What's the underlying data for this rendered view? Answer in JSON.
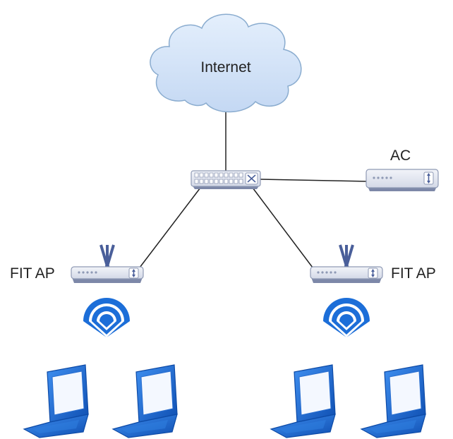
{
  "labels": {
    "internet": "Internet",
    "ac": "AC",
    "fit_ap_left": "FIT AP",
    "fit_ap_right": "FIT AP"
  },
  "colors": {
    "cloud_fill": "#cfe1f7",
    "cloud_stroke": "#8aaccf",
    "device_body": "#e3e7f1",
    "device_stroke": "#8f9ab5",
    "device_base": "#7d88a8",
    "antenna": "#4a5f9a",
    "wifi": "#1c6ed8",
    "laptop_frame": "#1a63c9",
    "laptop_screen": "#f4f8ff",
    "link": "#222222"
  },
  "icons": {
    "cloud": "cloud-icon",
    "switch": "switch-icon",
    "controller": "access-controller-icon",
    "access_point": "access-point-icon",
    "wifi": "wifi-signal-icon",
    "laptop": "laptop-icon"
  }
}
